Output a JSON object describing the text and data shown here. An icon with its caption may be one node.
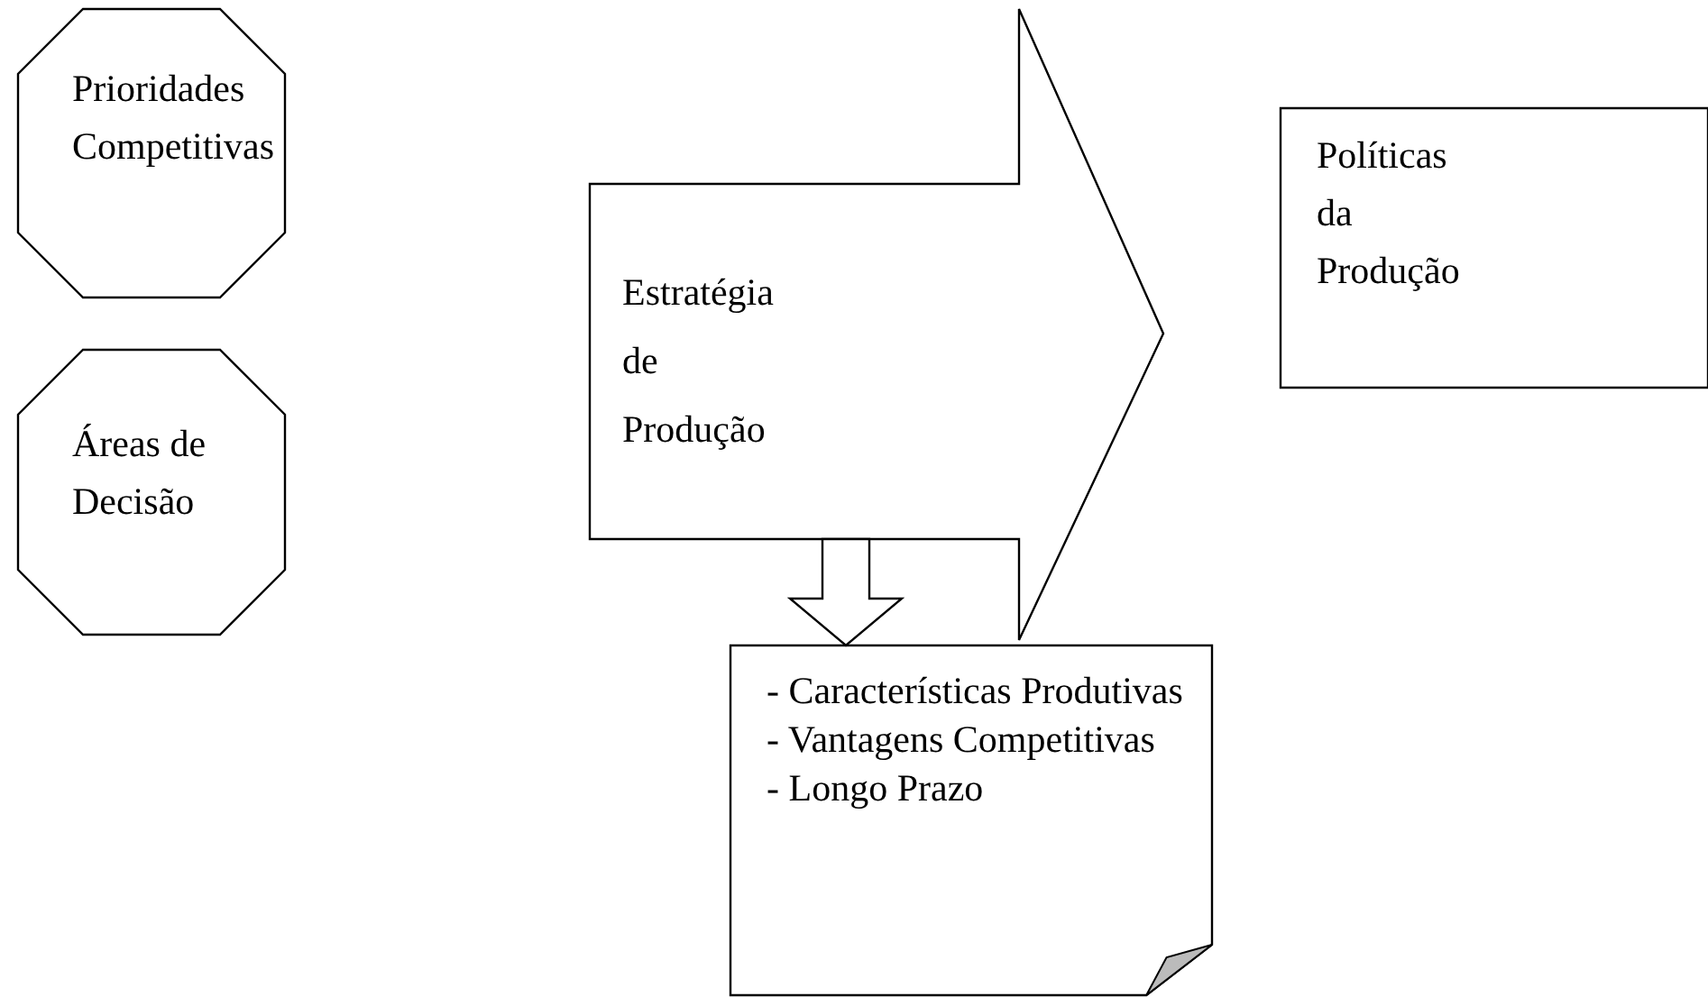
{
  "diagram": {
    "nodes": [
      {
        "text": [
          "Prioridades Competitivas"
        ]
      },
      {
        "text": [
          "Áreas de Decisão"
        ]
      },
      {
        "text": [
          "Estratégia de Produção"
        ]
      },
      {
        "text": [
          "Políticas da Produção"
        ]
      },
      {
        "text": [
          "- Características Produtivas",
          "- Vantagens Competitivas",
          "- Longo Prazo"
        ]
      }
    ],
    "edges": [
      {
        "from": 2,
        "to": 4,
        "arrow": "to"
      }
    ]
  }
}
